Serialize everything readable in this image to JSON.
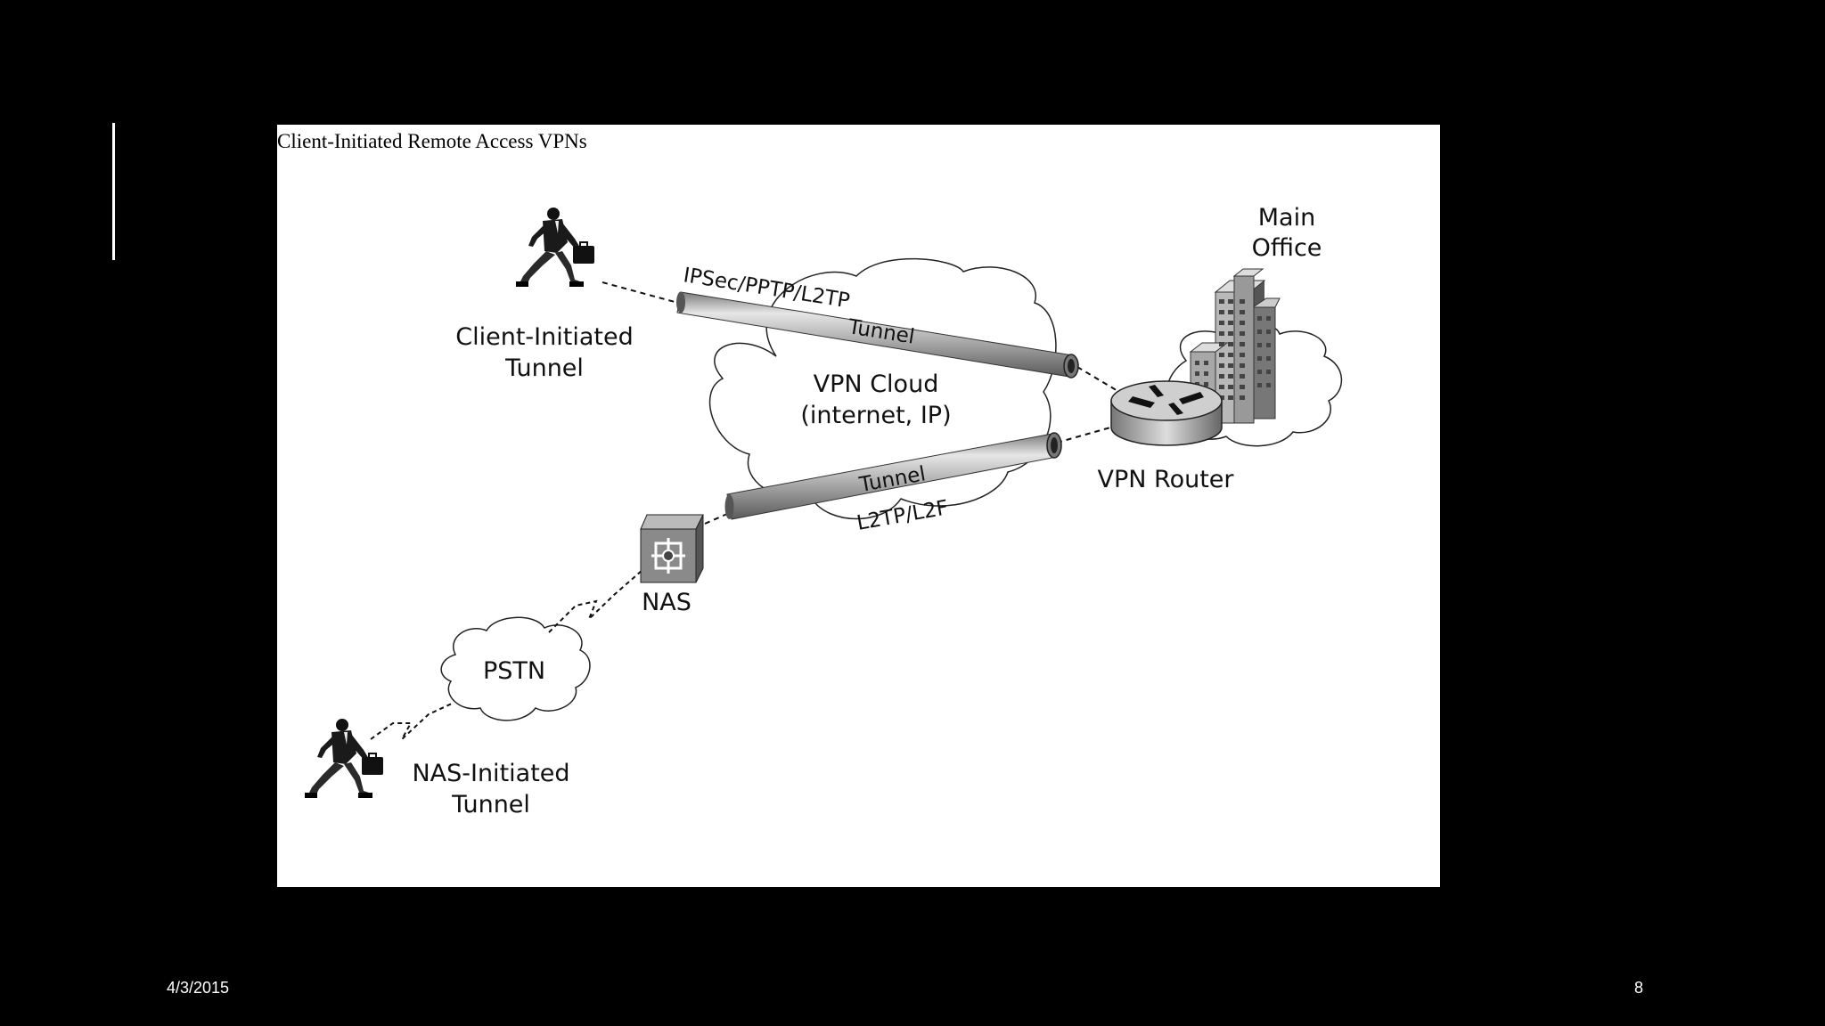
{
  "slide": {
    "date": "4/3/2015",
    "page_number": "8"
  },
  "diagram": {
    "title": "Client-Initiated Remote Access VPNs",
    "labels": {
      "client_tunnel_line1": "Client-Initiated",
      "client_tunnel_line2": "Tunnel",
      "ipsec_protocols": "IPSec/PPTP/L2TP",
      "upper_tunnel": "Tunnel",
      "vpn_cloud_line1": "VPN Cloud",
      "vpn_cloud_line2": "(internet, IP)",
      "lower_tunnel": "Tunnel",
      "l2tp_protocols": "L2TP/L2F",
      "main_office_line1": "Main",
      "main_office_line2": "Office",
      "vpn_router": "VPN Router",
      "nas": "NAS",
      "pstn": "PSTN",
      "nas_tunnel_line1": "NAS-Initiated",
      "nas_tunnel_line2": "Tunnel"
    },
    "icons": [
      "running-man-icon",
      "building-icon",
      "router-icon",
      "nas-switch-icon",
      "cloud-icon"
    ],
    "colors": {
      "background": "#000000",
      "figure_background": "#ffffff",
      "tube": "#a8a8a8"
    }
  }
}
